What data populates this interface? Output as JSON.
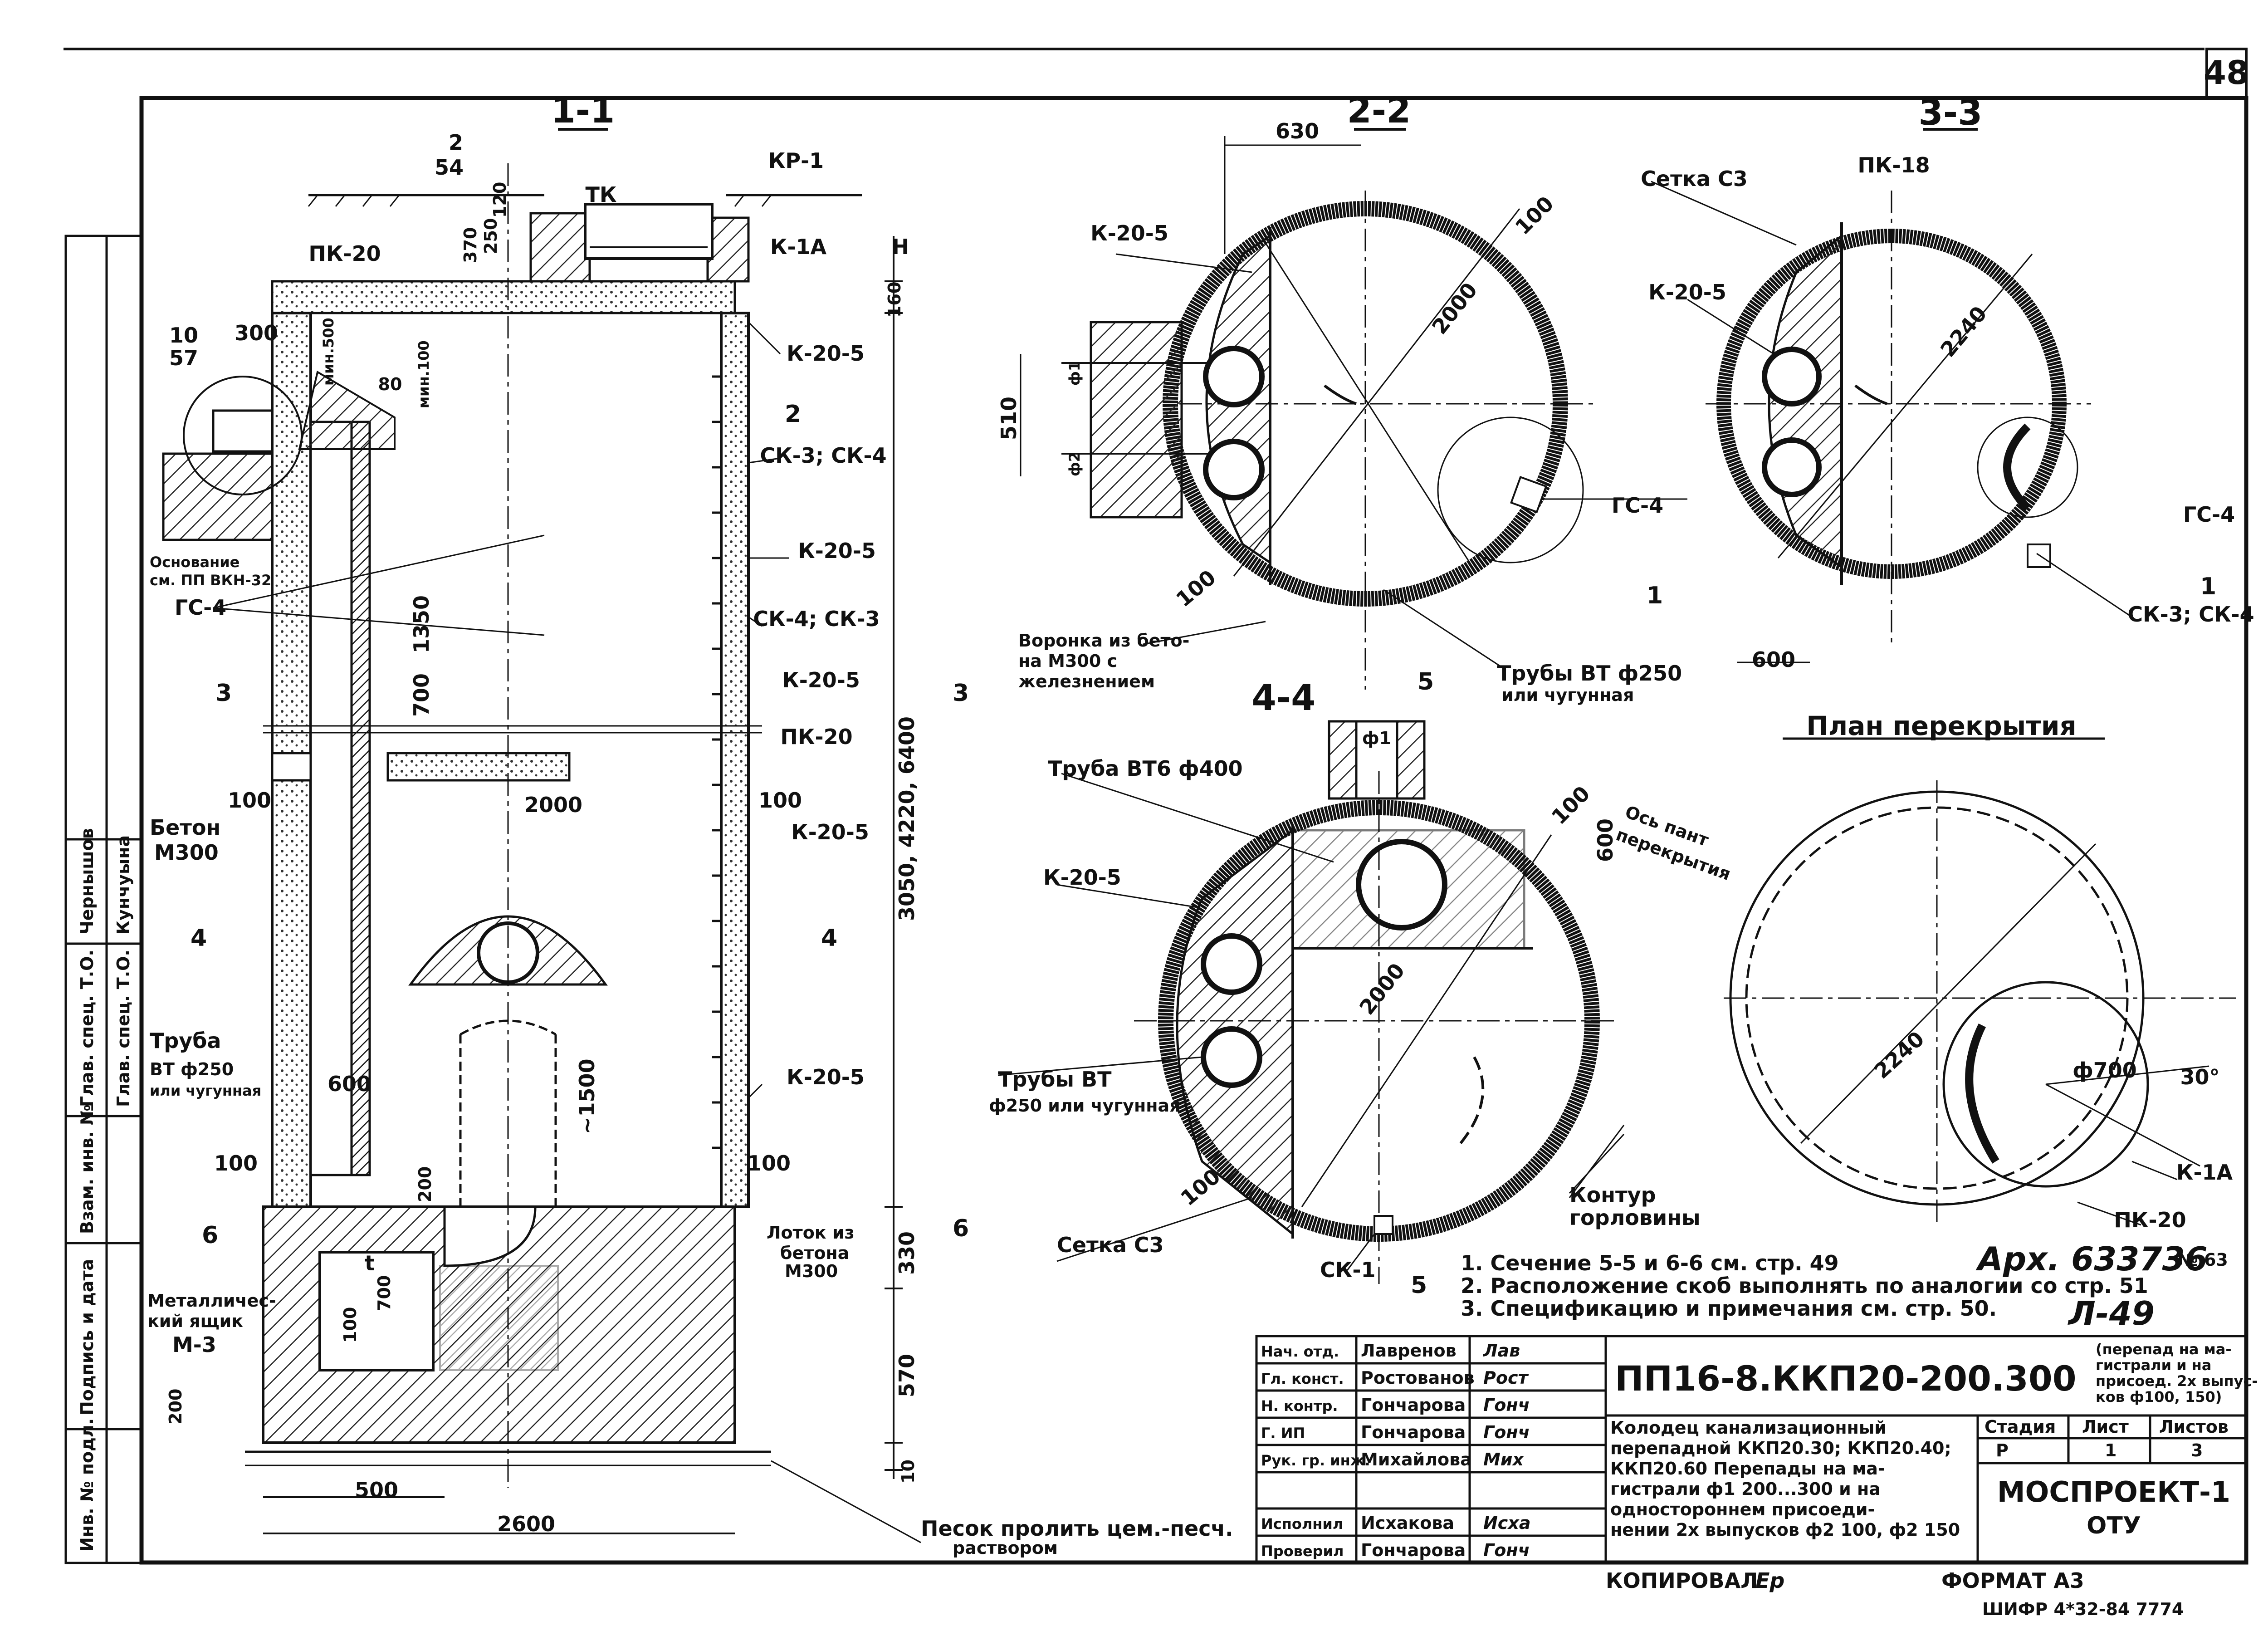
{
  "sheet": {
    "page_number": "48",
    "format_label": "ФОРМАТ А3",
    "copied_label": "КОПИРОВАЛ",
    "copied_sign": "Ер",
    "bottom_code": "ШИФР 4*32-84 7774"
  },
  "archive": {
    "ref": "Арх. 633736",
    "sheet_no": "№ 63",
    "sheet_ref": "Л-49"
  },
  "left_strip": [
    "Инв. № подл.",
    "Подпись и дата",
    "Взам. инв. №",
    "Глав. спец. Т.О.",
    "Глав. спец. Т.О.",
    "Чернышов",
    "Кунчуына"
  ],
  "sections": {
    "s11": {
      "title": "1-1"
    },
    "s22": {
      "title": "2-2"
    },
    "s33": {
      "title": "3-3"
    },
    "s44": {
      "title": "4-4"
    },
    "plan": {
      "title": "План перекрытия"
    }
  },
  "labels": {
    "s11": {
      "tk": "ТК",
      "kr1": "КР-1",
      "pk20_top": "ПК-20",
      "k1a": "К-1А",
      "h": "Н",
      "d370": "370",
      "d250": "250",
      "d120": "120",
      "d2": "2",
      "d54": "54",
      "d160": "160",
      "d10": "10",
      "d57": "57",
      "d300": "300",
      "min500": "мин.500",
      "min100": "мин.100",
      "d80": "80",
      "k20_5a": "К-20-5",
      "sk3sk4": "СК-3; СК-4",
      "k20_5b": "К-20-5",
      "sk4sk3": "СК-4; СК-3",
      "k20_5c": "К-20-5",
      "pk20": "ПК-20",
      "d100r": "100",
      "k20_5d": "К-20-5",
      "k20_5e": "К-20-5",
      "d1350": "1350",
      "d700": "700",
      "d2000": "2000",
      "d1500": "~1500",
      "d6400": "3050, 4220, 6400",
      "osnovanie": "Основание",
      "sm_pp": "см. ПП ВКН-32",
      "gs4": "ГС-4",
      "beton": "Бетон",
      "m300": "М300",
      "d100l": "100",
      "truba": "Труба",
      "vt250": "ВТ   ф250",
      "ili_chug": "или чугунная",
      "d600": "600",
      "d100bl": "100",
      "d100br": "100",
      "d200": "200",
      "metal_box": "Металличес-",
      "metal_box2": "кий ящик",
      "m3": "М-3",
      "d100t": "100",
      "d700b": "700",
      "t": "t",
      "d200b": "200",
      "d500": "500",
      "d2600": "2600",
      "d330": "330",
      "d570": "570",
      "d10b": "10",
      "lotok": "Лоток из",
      "lotok2": "бетона",
      "lotok3": "М300",
      "pesok": "Песок пролить цем.-песч.",
      "pesok2": "раствором",
      "cut2": "2",
      "cut3l": "3",
      "cut3r": "3",
      "cut4l": "4",
      "cut4r": "4",
      "cut6l": "6",
      "cut6r": "6"
    },
    "s22": {
      "d630": "630",
      "k20_5": "К-20-5",
      "d2000": "2000",
      "d100a": "100",
      "d510": "510",
      "d1": "ф1",
      "d2": "ф2",
      "gs4": "ГС-4",
      "voronka": "Воронка из бето-",
      "voronka2": "на М300 с",
      "voronka3": "железнением",
      "d100b": "100",
      "truby": "Трубы ВТ    ф250",
      "truby2": "или чугунная",
      "cut5": "5",
      "cut1": "1"
    },
    "s33": {
      "setka": "Сетка С3",
      "pk18": "ПК-18",
      "k20_5": "К-20-5",
      "d2240": "2240",
      "gs4": "ГС-4",
      "d600": "600",
      "sk3sk4": "СК-3; СК-4",
      "cut1": "1"
    },
    "s44": {
      "truba_vt6": "Труба ВТ6 ф400",
      "k20_5": "К-20-5",
      "d600": "600",
      "d100a": "100",
      "d2000": "2000",
      "truby": "Трубы ВТ",
      "truby2": "ф250 или чугунная",
      "d100b": "100",
      "setka": "Сетка С3",
      "sk1": "СК-1",
      "cut5": "5",
      "d1": "ф1",
      "os_pant": "Ось пант",
      "perekr": "перекрытия"
    },
    "plan": {
      "d2240": "2240",
      "d700": "ф700",
      "d30": "30°",
      "k1a": "К-1А",
      "pk20": "ПК-20",
      "kontur": "Контур",
      "gorl": "горловины"
    }
  },
  "notes": [
    "1. Сечение 5-5 и 6-6   см. стр. 49",
    "2. Расположение скоб выполнять по аналогии со стр. 51",
    "3. Спецификацию и примечания   см. стр. 50."
  ],
  "title_block": {
    "code": "ПП16-8.ККП20-200.300",
    "code_note": [
      "(перепад на ма-",
      "гистрали и на",
      "присоед. 2х выпус-",
      "ков ф100, 150)"
    ],
    "description": [
      "Колодец канализационный",
      "перепадной ККП20.30; ККП20.40;",
      "ККП20.60 Перепады на ма-",
      "гистрали ф1 200...300 и на",
      "одностороннем присоеди-",
      "нении 2х выпусков ф2 100, ф2 150"
    ],
    "stage_header": "Стадия",
    "sheet_header": "Лист",
    "sheets_header": "Листов",
    "stage": "Р",
    "sheet": "1",
    "sheets": "3",
    "org": "МОСПРОЕКТ-1",
    "dept": "ОТУ",
    "people": [
      {
        "role": "Нач. отд.",
        "name": "Лавренов",
        "sign": "Лав"
      },
      {
        "role": "Гл. конст.",
        "name": "Ростованов",
        "sign": "Рост"
      },
      {
        "role": "Н. контр.",
        "name": "Гончарова",
        "sign": "Гонч"
      },
      {
        "role": "Г. ИП",
        "name": "Гончарова",
        "sign": "Гонч"
      },
      {
        "role": "Рук. гр. инж.",
        "name": "Михайлова",
        "sign": "Мих"
      },
      {
        "role": "",
        "name": "",
        "sign": ""
      },
      {
        "role": "Исполнил",
        "name": "Исхакова",
        "sign": "Исха"
      },
      {
        "role": "Проверил",
        "name": "Гончарова",
        "sign": "Гонч"
      }
    ]
  }
}
